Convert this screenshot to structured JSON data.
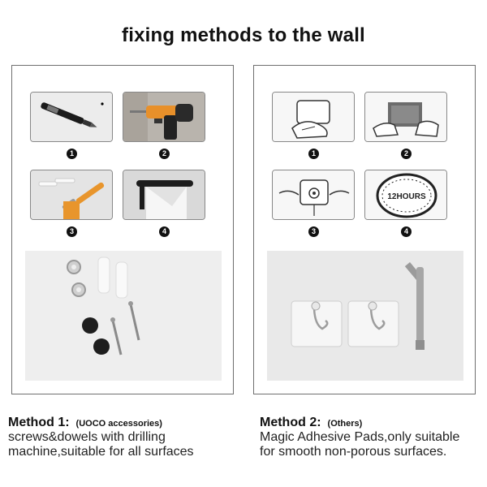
{
  "title": "fixing methods to the wall",
  "method1": {
    "heading": "Method 1:",
    "sub": "(UOCO accessories)",
    "line1": "screws&dowels with drilling",
    "line2": "machine,suitable for all surfaces",
    "steps": [
      "1",
      "2",
      "3",
      "4"
    ]
  },
  "method2": {
    "heading": "Method 2:",
    "sub": "(Others)",
    "line1": "Magic Adhesive Pads,only suitable",
    "line2": "for smooth non-porous surfaces.",
    "steps": [
      "1",
      "2",
      "3",
      "4"
    ],
    "clock_text": "12HOURS"
  },
  "colors": {
    "border": "#6f6f6f",
    "drill_orange": "#e8902a",
    "hammer_orange": "#e8952c"
  }
}
